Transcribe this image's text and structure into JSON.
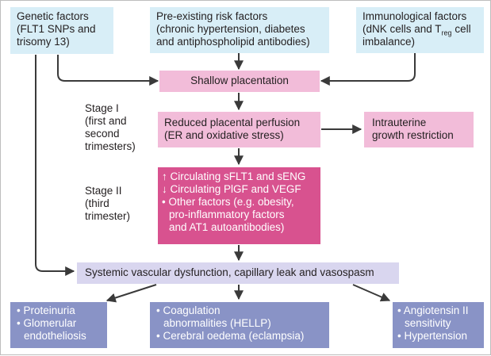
{
  "diagram": {
    "top_factors": {
      "genetic": {
        "lines": [
          "Genetic factors",
          "(FLT1 SNPs and",
          "trisomy 13)"
        ]
      },
      "preexisting": {
        "lines": [
          "Pre-existing risk factors",
          "(chronic hypertension, diabetes",
          "and antiphospholipid antibodies)"
        ]
      },
      "immunological": {
        "line1": "Immunological factors",
        "line2_pre": "(dNK cells and T",
        "line2_sub": "reg",
        "line2_post": " cell",
        "line3": "imbalance)"
      }
    },
    "shallow_placentation": "Shallow placentation",
    "stage1": {
      "lines": [
        "Stage I",
        "(first and",
        "second",
        "trimesters)"
      ]
    },
    "reduced_perfusion": {
      "lines": [
        "Reduced placental perfusion",
        "(ER and oxidative stress)"
      ]
    },
    "iugr": {
      "lines": [
        "Intrauterine",
        "growth restriction"
      ]
    },
    "stage2": {
      "lines": [
        "Stage II",
        "(third",
        "trimester)"
      ]
    },
    "circulating": {
      "up_arrow": "↑",
      "up_text": "Circulating sFLT1 and sENG",
      "down_arrow": "↓",
      "down_text": "Circulating PlGF and VEGF",
      "bullet": "•",
      "other_lines": [
        "Other factors (e.g. obesity,",
        "pro-inflammatory factors",
        "and AT1 autoantibodies)"
      ]
    },
    "systemic": "Systemic vascular dysfunction, capillary leak and vasospasm",
    "outcomes": {
      "renal": {
        "bullet": "•",
        "items": [
          [
            "Proteinuria"
          ],
          [
            "Glomerular",
            "endotheliosis"
          ]
        ]
      },
      "coagulation": {
        "bullet": "•",
        "items": [
          [
            "Coagulation",
            "abnormalities (HELLP)"
          ],
          [
            "Cerebral oedema (eclampsia)"
          ]
        ]
      },
      "angiotensin": {
        "bullet": "•",
        "items": [
          [
            "Angiotensin II",
            "sensitivity"
          ],
          [
            "Hypertension"
          ]
        ]
      }
    },
    "colors": {
      "factor_box": "#d8eef7",
      "light_pink": "#f2bcd9",
      "dark_pink": "#d8528f",
      "lavender": "#d9d6ef",
      "slate": "#8993c6",
      "arrow": "#3a3a3a"
    }
  }
}
